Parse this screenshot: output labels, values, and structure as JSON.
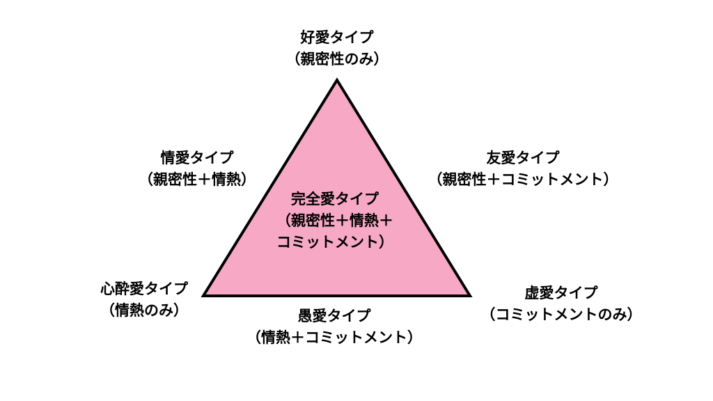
{
  "colors": {
    "triangle_fill": "#F7A8C4",
    "triangle_stroke": "#000000",
    "text": "#000000",
    "background": "#ffffff"
  },
  "labels": {
    "top": {
      "title": "好愛タイプ",
      "sub": "（親密性のみ）"
    },
    "left": {
      "title": "情愛タイプ",
      "sub": "（親密性＋情熱）"
    },
    "right": {
      "title": "友愛タイプ",
      "sub": "（親密性＋コミットメント）"
    },
    "center": {
      "title": "完全愛タイプ",
      "sub1": "（親密性＋情熱＋",
      "sub2": "コミットメント）"
    },
    "bottom_left": {
      "title": "心酔愛タイプ",
      "sub": "（情熱のみ）"
    },
    "bottom": {
      "title": "愚愛タイプ",
      "sub": "（情熱＋コミットメント）"
    },
    "bottom_right": {
      "title": "虚愛タイプ",
      "sub": "（コミットメントのみ）"
    }
  }
}
